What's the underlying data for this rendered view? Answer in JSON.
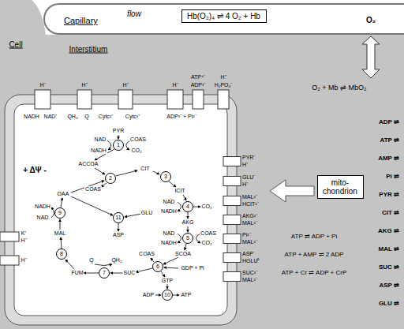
{
  "diagram": {
    "nodes": [
      {
        "text": [
          "Capillary"
        ]
      },
      {
        "text": [
          "Hb(O₂)₄ ⇌ 4 O₂ + Hb"
        ],
        "in": 0
      },
      {
        "text": [
          "1"
        ]
      },
      {
        "text": [
          "2"
        ]
      },
      {
        "text": [
          "3"
        ]
      },
      {
        "text": [
          "4"
        ]
      },
      {
        "text": [
          "5"
        ]
      },
      {
        "text": [
          "6"
        ]
      },
      {
        "text": [
          "7"
        ]
      },
      {
        "text": [
          "8"
        ]
      },
      {
        "text": [
          "9"
        ]
      },
      {
        "text": [
          "10"
        ]
      },
      {
        "text": [
          "11"
        ]
      },
      {
        "text": [
          "mito- chondrion"
        ]
      }
    ],
    "labels": [
      "flow",
      "O₂",
      "Cell",
      "Interstitium",
      "O₂ + Mb ⇌ MbO₂",
      "+ ΔΨ -",
      "ADP ⇌",
      "ATP ⇌",
      "AMP ⇌",
      "Pi ⇌",
      "PYR ⇌",
      "CIT ⇌",
      "AKG ⇌",
      "MAL ⇌",
      "SUC ⇌",
      "ASP ⇌",
      "GLU ⇌",
      "ATP ⇌ ADP + Pi",
      "ATP + AMP ⇌ 2 ADP",
      "ATP + Cr ⇌ ADP + CrP",
      "PYR⁻",
      "H⁺",
      "GLU⁻",
      "H⁺",
      "MAL²⁻",
      "HCIT²⁻",
      "AKG²⁻",
      "MAL²⁻",
      "Pi²⁻",
      "MAL²⁻",
      "ASP⁻",
      "HGLU⁰",
      "SUC²⁻",
      "MAL²⁻",
      "K⁺",
      "H⁺",
      "H⁺",
      "H⁺",
      "H⁺",
      "H⁺",
      "H⁺",
      "ATP⁴⁻",
      "ADP³⁻",
      "H⁺",
      "H₂PO₄⁻",
      "NADH",
      "NAD⁺",
      "QH₂",
      "Q",
      "Cytc²⁺",
      "Cytc³⁺",
      "ADP³⁻ + Pi²⁻",
      "PYR",
      "NAD",
      "NADH",
      "COAS",
      "CO₂",
      "ACCOA",
      "COAS",
      "OAA",
      "CIT",
      "ICIT",
      "NAD",
      "NADH",
      "CO₂",
      "AKG",
      "NAD",
      "NADH",
      "COAS",
      "CO₂",
      "SCOA",
      "COAS",
      "GDP + Pi",
      "GTP",
      "ADP",
      "ATP",
      "SUC",
      "Q",
      "QH₂",
      "FUM",
      "MAL",
      "NAD",
      "NADH",
      "GLU",
      "ASP"
    ]
  }
}
